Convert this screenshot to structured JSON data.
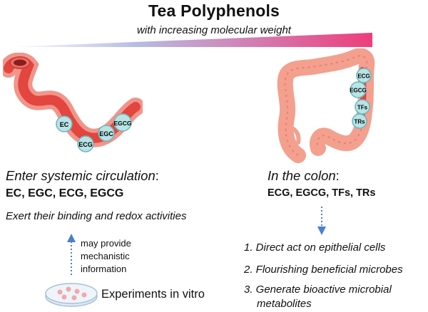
{
  "title": "Tea Polyphenols",
  "subtitle": "with increasing molecular weight",
  "colors": {
    "gradient_start": "#9aa6d8",
    "gradient_end": "#ee3d7b",
    "vessel_red": "#e2463f",
    "vessel_pink": "#f1958a",
    "molecule_fill": "#b9e4e6",
    "arrow_blue": "#4a7fd0"
  },
  "vessel_labels": [
    "EC",
    "ECG",
    "EGC",
    "EGCG"
  ],
  "colon_labels": [
    "ECG",
    "EGCG",
    "TFs",
    "TRs"
  ],
  "left": {
    "heading": "Enter systemic circulation",
    "heading_colon": ":",
    "compounds": "EC, EGC, ECG, EGCG",
    "activity": "Exert their binding and redox activities",
    "mechanistic": [
      "may provide",
      "mechanistic",
      "information"
    ],
    "vitro": "Experiments in vitro"
  },
  "right": {
    "heading": "In the colon",
    "heading_colon": ":",
    "compounds": "ECG, EGCG, TFs, TRs",
    "item1": "1. Direct act on epithelial cells",
    "item2": "2. Flourishing beneficial microbes",
    "item3_line1": "3. Generate bioactive microbial",
    "item3_line2": "metabolites"
  }
}
